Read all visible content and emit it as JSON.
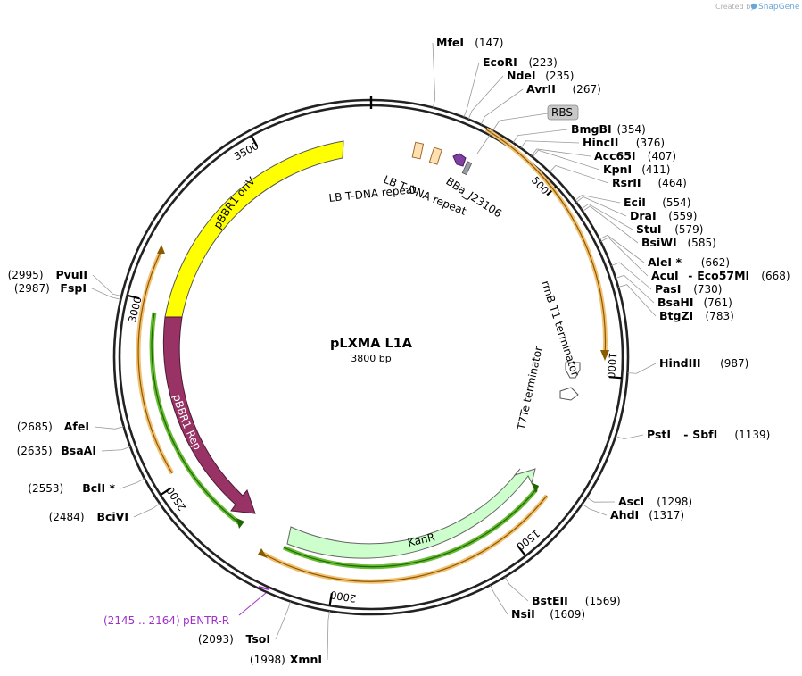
{
  "header": {
    "created_by": "Created by",
    "brand": "SnapGene"
  },
  "plasmid": {
    "name": "pLXMA L1A",
    "size_label": "3800 bp",
    "length_bp": 3800
  },
  "ruler_ticks": [
    {
      "bp": 500,
      "label": "500"
    },
    {
      "bp": 1000,
      "label": "1000"
    },
    {
      "bp": 1500,
      "label": "1500"
    },
    {
      "bp": 2000,
      "label": "2000"
    },
    {
      "bp": 2500,
      "label": "2500"
    },
    {
      "bp": 3000,
      "label": "3000"
    },
    {
      "bp": 3500,
      "label": "3500"
    }
  ],
  "enzymes_right": [
    {
      "name": "MfeI",
      "pos": "(147)",
      "bp": 147
    },
    {
      "name": "EcoRI",
      "pos": "(223)",
      "bp": 223
    },
    {
      "name": "NdeI",
      "pos": "(235)",
      "bp": 235
    },
    {
      "name": "AvrII",
      "pos": "(267)",
      "bp": 267
    },
    {
      "name": "BmgBI",
      "pos": "(354)",
      "bp": 354
    },
    {
      "name": "HincII",
      "pos": "(376)",
      "bp": 376
    },
    {
      "name": "Acc65I",
      "pos": "(407)",
      "bp": 407
    },
    {
      "name": "KpnI",
      "pos": "(411)",
      "bp": 411
    },
    {
      "name": "RsrII",
      "pos": "(464)",
      "bp": 464
    },
    {
      "name": "EciI",
      "pos": "(554)",
      "bp": 554
    },
    {
      "name": "DraI",
      "pos": "(559)",
      "bp": 559
    },
    {
      "name": "StuI",
      "pos": "(579)",
      "bp": 579
    },
    {
      "name": "BsiWI",
      "pos": "(585)",
      "bp": 585
    },
    {
      "name": "AleI *",
      "pos": "(662)",
      "bp": 662
    },
    {
      "name": "AcuI",
      "name2": "Eco57MI",
      "pos": "(668)",
      "bp": 668
    },
    {
      "name": "PasI",
      "pos": "(730)",
      "bp": 730
    },
    {
      "name": "BsaHI",
      "pos": "(761)",
      "bp": 761
    },
    {
      "name": "BtgZI",
      "pos": "(783)",
      "bp": 783
    },
    {
      "name": "HindIII",
      "pos": "(987)",
      "bp": 987
    },
    {
      "name": "PstI",
      "name2": "SbfI",
      "pos": "(1139)",
      "bp": 1139
    },
    {
      "name": "AscI",
      "pos": "(1298)",
      "bp": 1298
    },
    {
      "name": "AhdI",
      "pos": "(1317)",
      "bp": 1317
    },
    {
      "name": "BstEII",
      "pos": "(1569)",
      "bp": 1569
    },
    {
      "name": "NsiI",
      "pos": "(1609)",
      "bp": 1609
    }
  ],
  "enzymes_left": [
    {
      "name": "XmnI",
      "pos": "(1998)",
      "bp": 1998
    },
    {
      "name": "TsoI",
      "pos": "(2093)",
      "bp": 2093
    },
    {
      "name": "BciVI",
      "pos": "(2484)",
      "bp": 2484
    },
    {
      "name": "BclI *",
      "pos": "(2553)",
      "bp": 2553
    },
    {
      "name": "BsaAI",
      "pos": "(2635)",
      "bp": 2635
    },
    {
      "name": "AfeI",
      "pos": "(2685)",
      "bp": 2685
    },
    {
      "name": "FspI",
      "pos": "(2987)",
      "bp": 2987
    },
    {
      "name": "PvuII",
      "pos": "(2995)",
      "bp": 2995
    }
  ],
  "primer": {
    "name": "pENTR-R",
    "pos": "(2145 .. 2164)",
    "color": "#a030c8"
  },
  "features": {
    "rbs": "RBS",
    "lb1": "LB T-DNA repeat",
    "lb2": "LB T-DNA repeat",
    "bba": "BBa_J23106",
    "rrnb": "rrnB T1 terminator",
    "t7te": "T7Te terminator",
    "kanr": "KanR",
    "pbbr1_rep": "pBBR1 Rep",
    "pbbr1_oriv": "pBBR1 oriV"
  },
  "colors": {
    "backbone": "#222222",
    "oriv": "#ffff00",
    "rep": "#993366",
    "kanr": "#ccffcc",
    "orf_orange": "#f0a030",
    "orf_green": "#33aa00",
    "lb_box": "#ffe0b0",
    "bba_arrow": "#8040a0",
    "rbs_box": "#c8c8c8"
  }
}
